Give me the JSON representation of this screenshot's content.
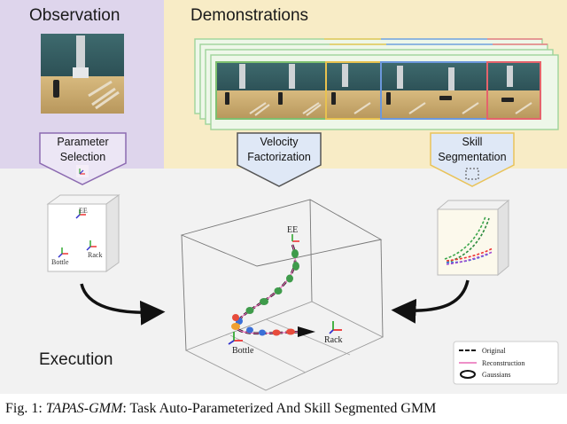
{
  "panels": {
    "observation": {
      "title": "Observation",
      "button": [
        "Parameter",
        "Selection"
      ]
    },
    "demonstrations": {
      "title": "Demonstrations",
      "velocity": [
        "Velocity",
        "Factorization"
      ],
      "skill": [
        "Skill",
        "Segmentation"
      ]
    },
    "execution": {
      "title": "Execution"
    }
  },
  "frames": {
    "ee": "EE",
    "bottle": "Bottle",
    "rack": "Rack"
  },
  "legend": {
    "original": "Original",
    "reconstruction": "Reconstruction",
    "gaussians": "Gaussians"
  },
  "caption": {
    "italic": "TAPAS-GMM",
    "prefix": "Fig. 1: ",
    "rest": ": Task Auto-Parameterized And Skill Segmented GMM"
  },
  "colors": {
    "obs_bg": "#ded5ec",
    "demo_bg": "#f8ecc6",
    "exec_bg": "#f2f2f2",
    "obs_border": "#8c6bb1",
    "demo_border": "#e9c35a"
  }
}
